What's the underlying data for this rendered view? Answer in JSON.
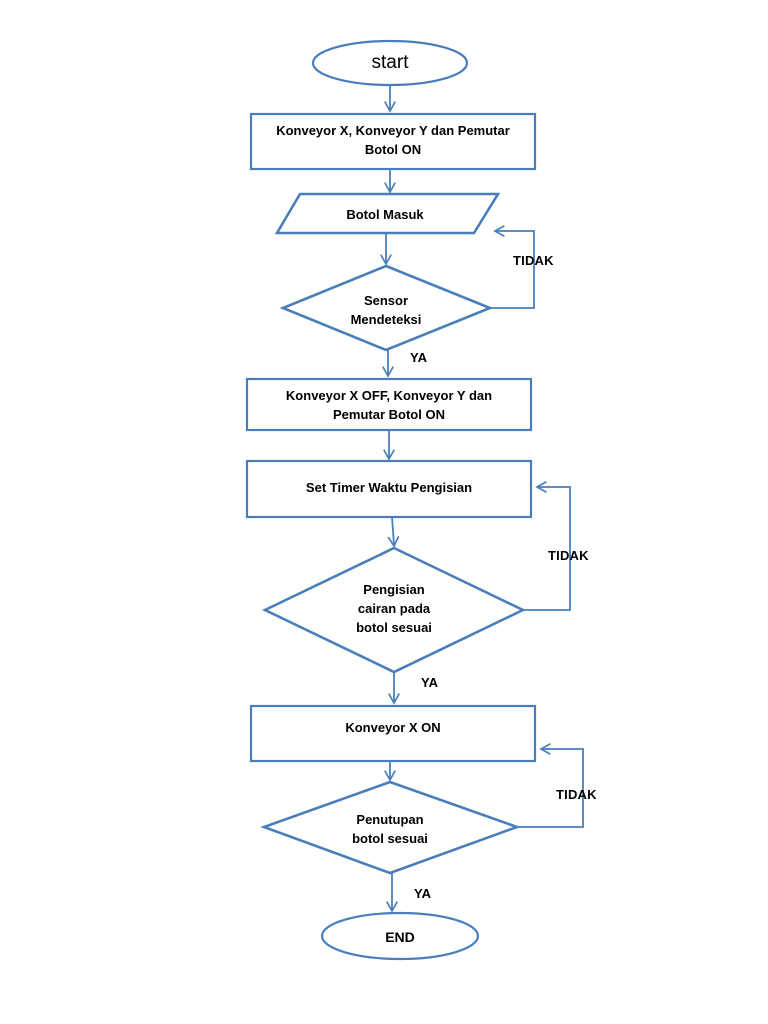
{
  "diagram": {
    "type": "flowchart",
    "title": "",
    "language": "id",
    "colors": {
      "stroke": "#4a7ebb",
      "stroke_thick": "#4a7ebb",
      "text": "#000000",
      "background": "#ffffff"
    },
    "nodes": [
      {
        "id": "start",
        "shape": "terminal",
        "label": "start"
      },
      {
        "id": "proc1",
        "shape": "process",
        "label": "Konveyor X, Konveyor Y dan Pemutar\nBotol ON"
      },
      {
        "id": "io1",
        "shape": "io",
        "label": "Botol Masuk"
      },
      {
        "id": "dec1",
        "shape": "decision",
        "label": "Sensor\nMendeteksi"
      },
      {
        "id": "proc2",
        "shape": "process",
        "label": "Konveyor X OFF, Konveyor Y dan\nPemutar Botol ON"
      },
      {
        "id": "proc3",
        "shape": "process",
        "label": "Set Timer Waktu Pengisian"
      },
      {
        "id": "dec2",
        "shape": "decision",
        "label": "Pengisian\ncairan pada\nbotol sesuai"
      },
      {
        "id": "proc4",
        "shape": "process",
        "label": "Konveyor X ON"
      },
      {
        "id": "dec3",
        "shape": "decision",
        "label": "Penutupan\nbotol sesuai"
      },
      {
        "id": "end",
        "shape": "terminal",
        "label": "END"
      }
    ],
    "edge_labels": [
      {
        "id": "dec1-no",
        "text": "TIDAK",
        "from": "dec1",
        "to": "io1"
      },
      {
        "id": "dec1-yes",
        "text": "YA",
        "from": "dec1",
        "to": "proc2"
      },
      {
        "id": "dec2-no",
        "text": "TIDAK",
        "from": "dec2",
        "to": "proc3"
      },
      {
        "id": "dec2-yes",
        "text": "YA",
        "from": "dec2",
        "to": "proc4"
      },
      {
        "id": "dec3-no",
        "text": "TIDAK",
        "from": "dec3",
        "to": "proc4"
      },
      {
        "id": "dec3-yes",
        "text": "YA",
        "from": "dec3",
        "to": "end"
      }
    ]
  }
}
